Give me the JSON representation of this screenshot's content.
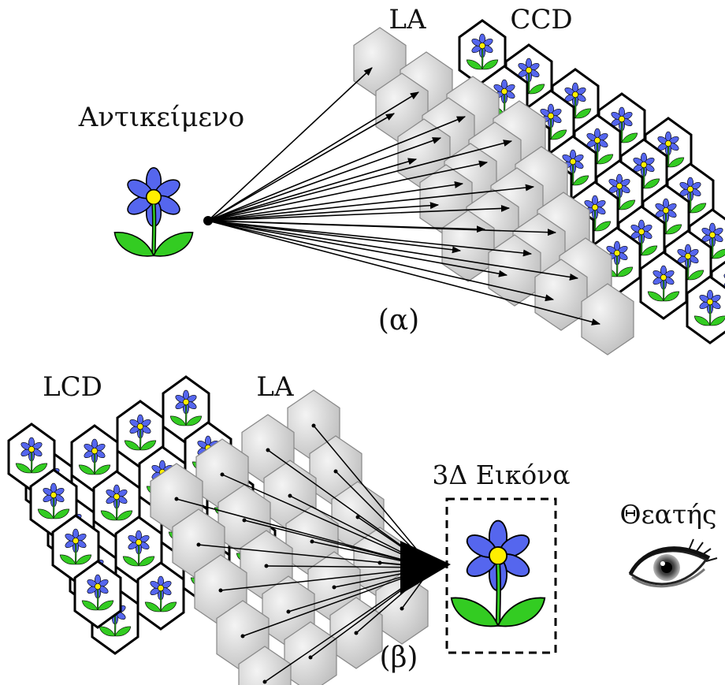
{
  "panel_a": {
    "object_label": "Αντικείμενο",
    "la_label": "LA",
    "ccd_label": "CCD",
    "caption": "(α)"
  },
  "panel_b": {
    "lcd_label": "LCD",
    "la_label": "LA",
    "image_label": "3Δ Εικόνα",
    "viewer_label": "Θεατής",
    "caption": "(β)"
  },
  "colors": {
    "petal": "#5566ee",
    "center": "#ffee00",
    "leaf": "#33cc22",
    "lens_fill": "#d2d2d2",
    "outline": "#000000"
  }
}
